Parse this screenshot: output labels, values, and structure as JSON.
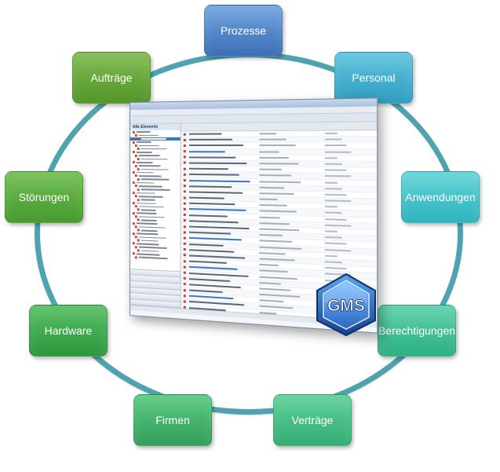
{
  "diagram": {
    "nodes": [
      {
        "id": "prozesse",
        "label": "Prozesse",
        "color": "#4f86ce"
      },
      {
        "id": "personal",
        "label": "Personal",
        "color": "#3eaecf"
      },
      {
        "id": "anwendungen",
        "label": "Anwendungen",
        "color": "#3fc3cc"
      },
      {
        "id": "berechtigungen",
        "label": "Berechtigungen",
        "color": "#3fbf93"
      },
      {
        "id": "vertraege",
        "label": "Verträge",
        "color": "#43bd84"
      },
      {
        "id": "firmen",
        "label": "Firmen",
        "color": "#41b36c"
      },
      {
        "id": "hardware",
        "label": "Hardware",
        "color": "#3ea84d"
      },
      {
        "id": "stoerungen",
        "label": "Störungen",
        "color": "#58aa3c"
      },
      {
        "id": "auftraege",
        "label": "Aufträge",
        "color": "#66a63a"
      }
    ],
    "ring_color": "#4fa3b0"
  },
  "logo": {
    "text": "GMS",
    "colors": {
      "outer": "#1b4fa0",
      "inner": "#3d8ee6",
      "text": "#ffffff"
    }
  },
  "app": {
    "sidebar_heading": "Alle Elemente"
  }
}
